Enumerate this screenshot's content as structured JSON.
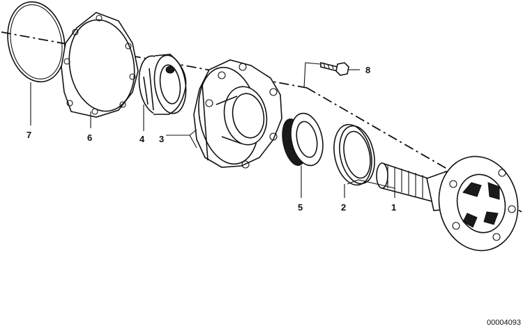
{
  "parts": [
    {
      "number": "7",
      "name": "o-ring"
    },
    {
      "number": "6",
      "name": "gasket"
    },
    {
      "number": "4",
      "name": "ball-bearing"
    },
    {
      "number": "3",
      "name": "bearing-housing"
    },
    {
      "number": "8",
      "name": "hex-bolt"
    },
    {
      "number": "5",
      "name": "shaft-seal"
    },
    {
      "number": "2",
      "name": "spacer-ring"
    },
    {
      "number": "1",
      "name": "output-flange-shaft"
    }
  ],
  "document_number": "00004093"
}
